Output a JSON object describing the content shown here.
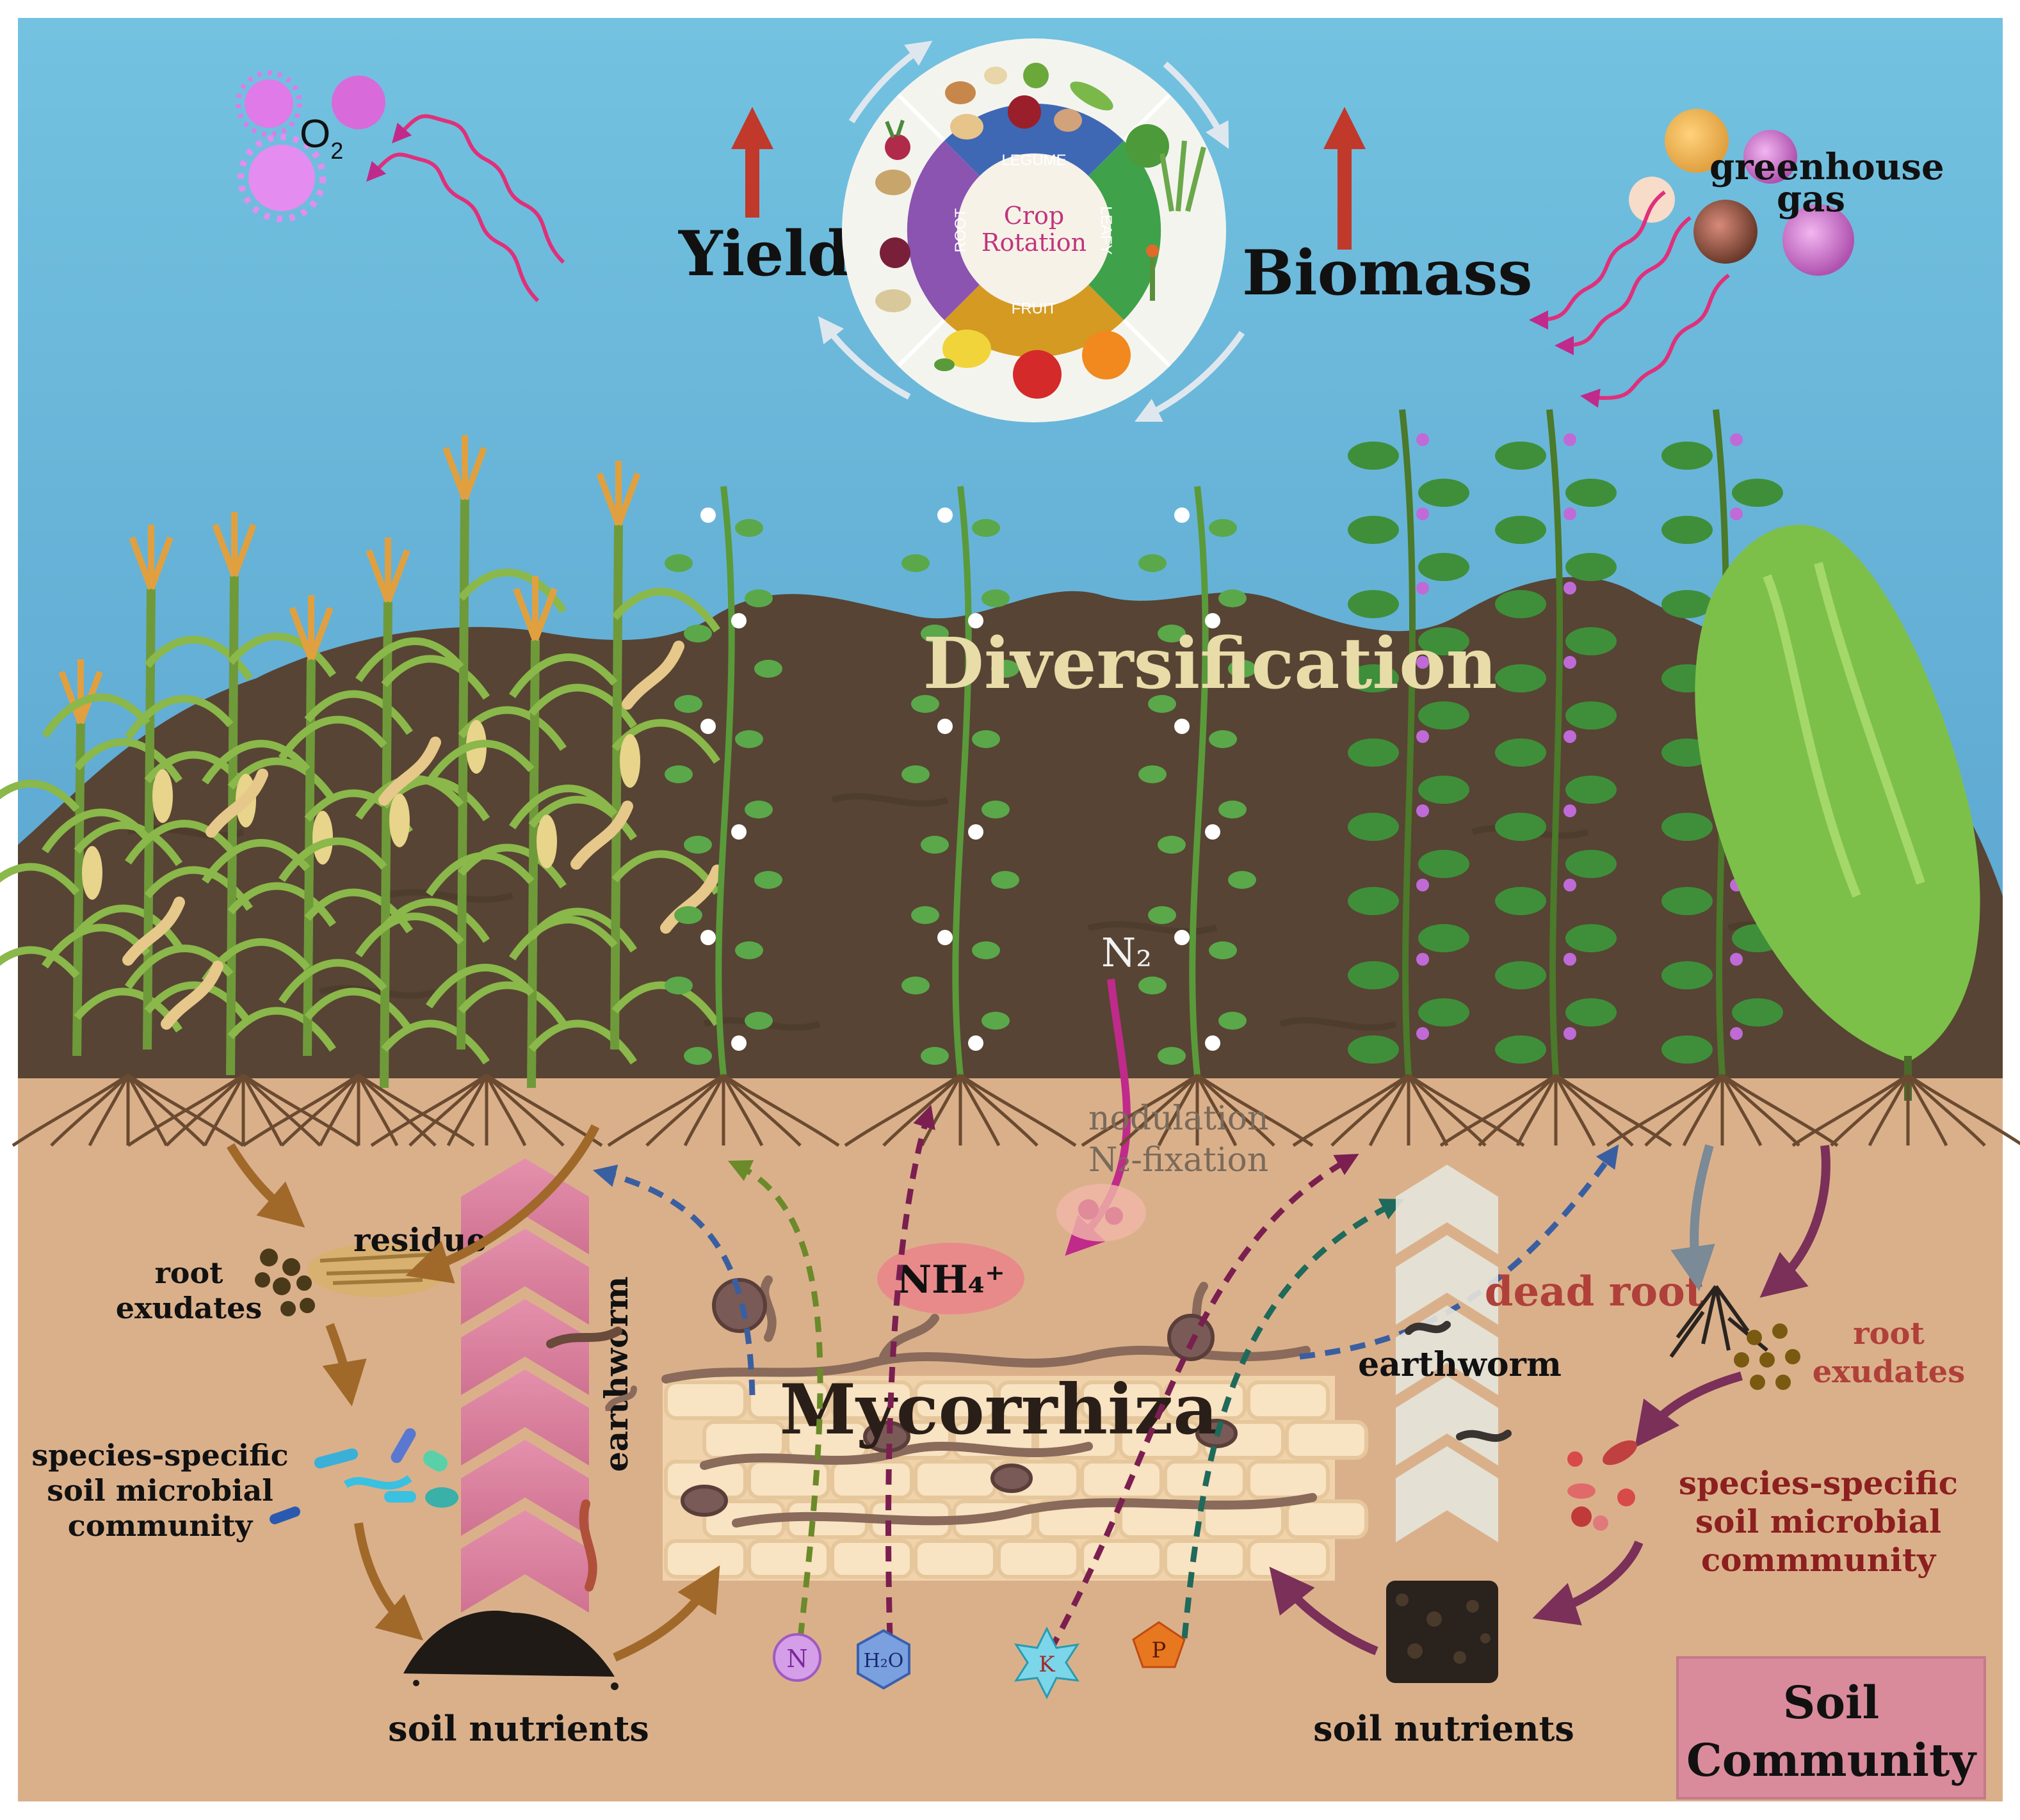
{
  "top": {
    "oxygen": {
      "label": "O",
      "subscript": "2"
    },
    "yield_label": "Yield",
    "biomass_label": "Biomass",
    "greenhouse": {
      "line1": "greenhouse",
      "line2": "gas"
    }
  },
  "rotation": {
    "center_line1": "Crop",
    "center_line2": "Rotation",
    "segments": [
      "LEGUME",
      "LEAFY",
      "FRUIT",
      "ROOT"
    ]
  },
  "field": {
    "diversification": "Diversification",
    "n2": "N₂",
    "nodulation": "nodulation",
    "n2_fixation": "N₂-fixation",
    "nh4": "NH₄⁺",
    "mycorrhiza": "Mycorrhiza"
  },
  "left": {
    "residue": "residue",
    "root_exudates_1": "root",
    "root_exudates_2": "exudates",
    "microbes_1": "species-specific",
    "microbes_2": "soil microbial",
    "microbes_3": "community",
    "earthworm": "earthworm",
    "soil_nutrients": "soil nutrients"
  },
  "right": {
    "dead_root": "dead root",
    "root_exudates_1": "root",
    "root_exudates_2": "exudates",
    "earthworm": "earthworm",
    "microbes_1": "species-specific",
    "microbes_2": "soil microbial",
    "microbes_3": "commmunity",
    "soil_nutrients": "soil nutrients"
  },
  "nutrients": [
    "N",
    "H₂O",
    "K",
    "P"
  ],
  "badge": {
    "line1": "Soil",
    "line2": "Community"
  },
  "colors": {
    "sky": "#6fb8d8",
    "soil_top": "#5a4636",
    "soil_lower": "#d8b08c",
    "arrow_red": "#c0392b",
    "pink": "#e08aa5",
    "badge_fill": "#d98b9b",
    "rotation_legume": "#3f68b4",
    "rotation_leafy": "#3fa24a",
    "rotation_fruit": "#d49a22",
    "rotation_root": "#8a54b0",
    "dark_red_text": "#8c1f1f"
  }
}
